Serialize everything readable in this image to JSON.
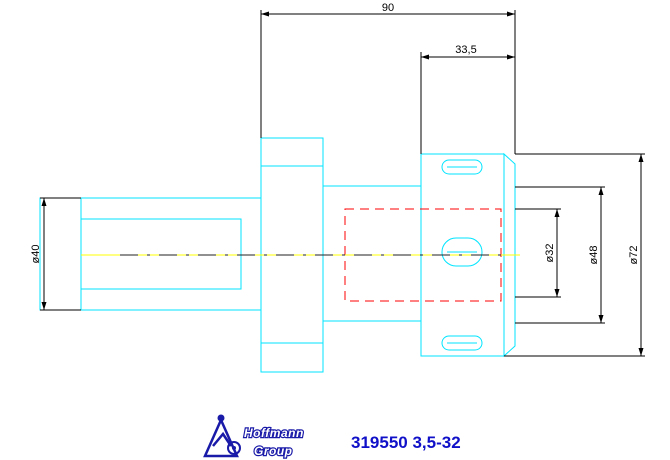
{
  "dimensions": {
    "overall_length": "90",
    "flange_length": "33,5",
    "shank_diameter": "ø40",
    "bore_diameter": "ø32",
    "flange_inner_diameter": "ø48",
    "flange_outer_diameter": "ø72"
  },
  "title_block": {
    "company_line1": "Hoffmann",
    "company_line2": "Group",
    "part_number": "319550 3,5-32"
  },
  "colors": {
    "part_outline": "#00e5ff",
    "centerline": "#ffff00",
    "hidden_bore": "#ff0000",
    "dimension": "#000000",
    "part_number": "#1010c8",
    "logo": "#1a1aa8"
  }
}
